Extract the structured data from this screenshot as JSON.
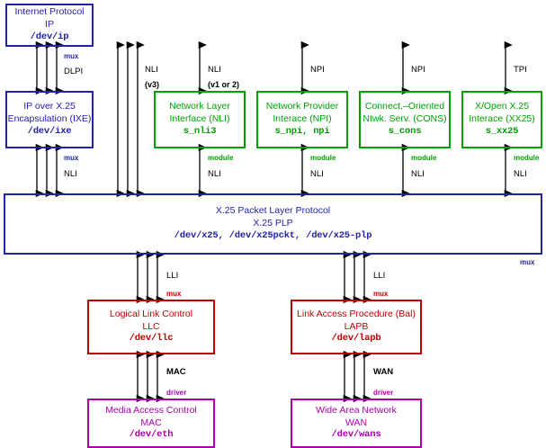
{
  "diagram": {
    "title": "X.25 Protocol Stack Module Diagram",
    "colors": {
      "blue": "#2222aa",
      "green": "#00a000",
      "red": "#bb0000",
      "purple": "#aa00aa",
      "black": "#000000"
    }
  },
  "boxes": [
    {
      "id": "ip",
      "line1": "Internet Protocol",
      "line2": "IP",
      "dev": "/dev/ip",
      "color": "blue"
    },
    {
      "id": "ixe",
      "line1": "IP over X.25",
      "line2": "Encapsulation (IXE)",
      "dev": "/dev/ixe",
      "color": "blue"
    },
    {
      "id": "nli",
      "line1": "Network Layer",
      "line2": "Interface (NLI)",
      "dev": "s_nli3",
      "color": "green"
    },
    {
      "id": "npi",
      "line1": "Network Provider",
      "line2": "Interace (NPI)",
      "dev": "s_npi, npi",
      "color": "green"
    },
    {
      "id": "cons",
      "line1": "Connect.–Oriented",
      "line2": "Ntwk. Serv. (CONS)",
      "dev": "s_cons",
      "color": "green"
    },
    {
      "id": "xx25",
      "line1": "X/Open X.25",
      "line2": "Interace (XX25)",
      "dev": "s_xx25",
      "color": "green"
    },
    {
      "id": "plp",
      "line1": "X.25 Packet Layer Protocol",
      "line2": "X.25 PLP",
      "dev": "/dev/x25,  /dev/x25pckt,  /dev/x25-plp",
      "color": "blue"
    },
    {
      "id": "llc",
      "line1": "Logical Link Control",
      "line2": "LLC",
      "dev": "/dev/llc",
      "color": "red"
    },
    {
      "id": "lapb",
      "line1": "Link Access Procedure (Bal)",
      "line2": "LAPB",
      "dev": "/dev/lapb",
      "color": "red"
    },
    {
      "id": "mac",
      "line1": "Media Access Control",
      "line2": "MAC",
      "dev": "/dev/eth",
      "color": "purple"
    },
    {
      "id": "wan",
      "line1": "Wide Area Network",
      "line2": "WAN",
      "dev": "/dev/wans",
      "color": "purple"
    }
  ],
  "interface_labels": {
    "dlpi": "DLPI",
    "nli_ip_ixe": "NLI",
    "nli_v3_a": "NLI",
    "nli_v3_b": "(v3)",
    "nli_v12_a": "NLI",
    "nli_v12_b": "(v1 or 2)",
    "npi_top_1": "NPI",
    "npi_top_2": "NPI",
    "tpi_top": "TPI",
    "nli_nli_plp": "NLI",
    "nli_npi_plp": "NLI",
    "nli_cons_plp": "NLI",
    "nli_xx25_plp": "NLI",
    "lli_left": "LLI",
    "lli_right": "LLI",
    "mac": "MAC",
    "wan": "WAN"
  },
  "role_tags": {
    "mux_ip": "mux",
    "mux_ixe": "mux",
    "mux_plp": "mux",
    "mux_llc": "mux",
    "mux_lapb": "mux",
    "module_nli": "module",
    "module_npi": "module",
    "module_cons": "module",
    "module_xx25": "module",
    "driver_mac": "driver",
    "driver_wan": "driver"
  }
}
